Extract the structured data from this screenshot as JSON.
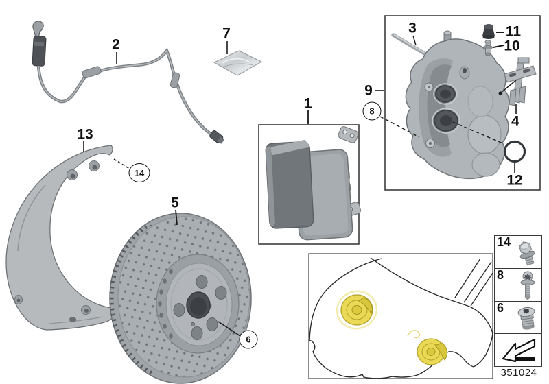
{
  "figure": {
    "doc_number": "351024"
  },
  "callouts": {
    "brake_pads": "1",
    "wear_sensor": "2",
    "guide_pin": "3",
    "anti_rattle_clip": "4",
    "brake_disc": "5",
    "disc_set_screw": "6",
    "grease_packet": "7",
    "caliper_mount_bolt": "8",
    "brake_caliper": "9",
    "bleeder_valve": "10",
    "bleeder_dust_cap": "11",
    "o_ring": "12",
    "dust_shield": "13",
    "shield_bolt": "14"
  },
  "legend": {
    "rows": [
      {
        "label": "14",
        "icon": "hex-flange-bolt-icon"
      },
      {
        "label": "8",
        "icon": "torx-washer-bolt-icon"
      },
      {
        "label": "6",
        "icon": "countersunk-plug-screw-icon"
      },
      {
        "label": "",
        "icon": "direction-of-travel-arrow-icon"
      }
    ]
  },
  "colors": {
    "background": "#ffffff",
    "line": "#1a1a1a",
    "box_border": "#3c3c3c",
    "part_light": "#c6cacc",
    "part_mid": "#9aa0a4",
    "part_dark": "#54585c",
    "highlight_gold": "#ead955"
  }
}
